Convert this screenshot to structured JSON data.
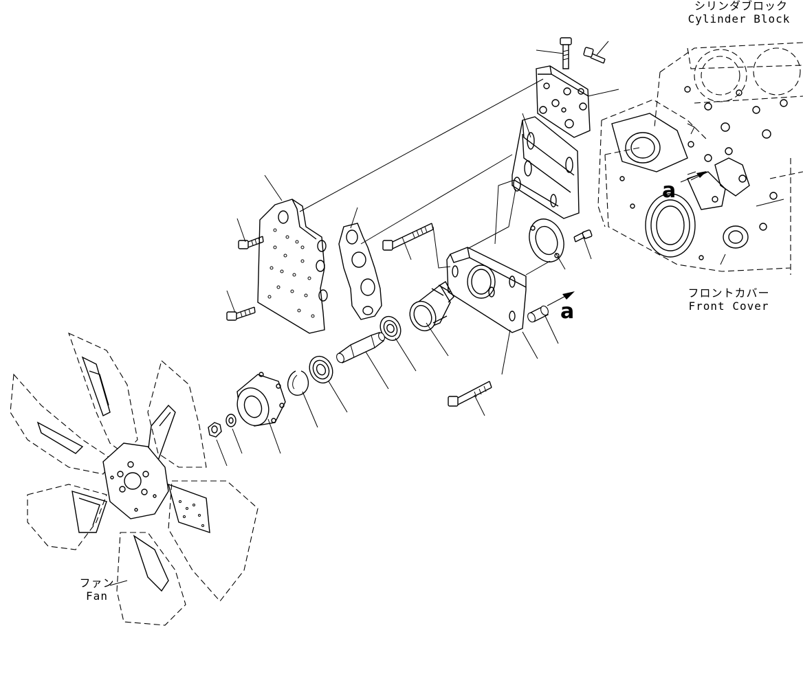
{
  "labels": {
    "cylinder_block_jp": "シリンダブロック",
    "cylinder_block_en": "Cylinder Block",
    "front_cover_jp": "フロントカバー",
    "front_cover_en": "Front Cover",
    "fan_jp": "ファン",
    "fan_en": "Fan"
  },
  "markers": {
    "view_mark_engine": "a",
    "view_mark_arrow": "a"
  }
}
